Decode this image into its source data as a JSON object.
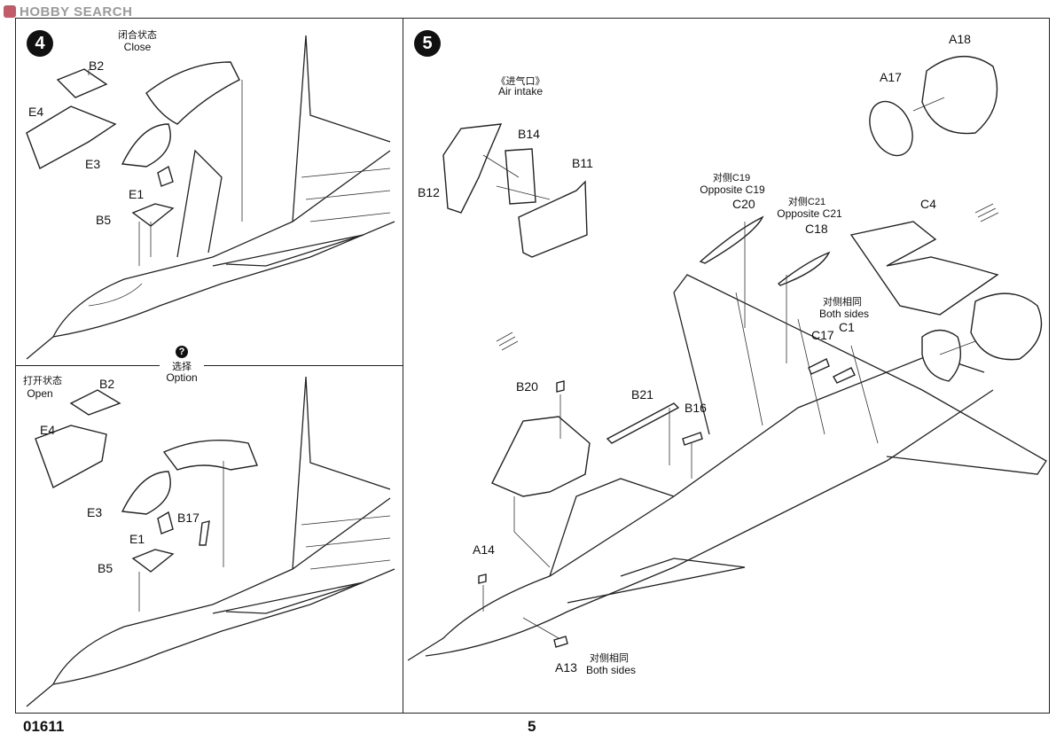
{
  "watermark": {
    "text": "HOBBY SEARCH"
  },
  "step4": {
    "number": "4",
    "close_cn": "闭合状态",
    "close_en": "Close",
    "option_cn": "选择",
    "option_en": "Option",
    "option_icon": "?",
    "open_cn": "打开状态",
    "open_en": "Open",
    "parts_top": [
      "B2",
      "E4",
      "E3",
      "E1",
      "B5"
    ],
    "parts_bottom": [
      "B2",
      "E4",
      "E3",
      "B17",
      "E1",
      "B5"
    ]
  },
  "step5": {
    "number": "5",
    "air_intake_cn": "《进气口》",
    "air_intake_en": "Air intake",
    "parts": {
      "b14": "B14",
      "b11": "B11",
      "b12": "B12",
      "a18": "A18",
      "a17": "A17",
      "c20": "C20",
      "c18": "C18",
      "c4": "C4",
      "c17": "C17",
      "c1": "C1",
      "b20": "B20",
      "b21": "B21",
      "b16": "B16",
      "a14": "A14",
      "a13": "A13"
    },
    "opp_c19_cn": "对侧C19",
    "opp_c19_en": "Opposite C19",
    "opp_c21_cn": "对侧C21",
    "opp_c21_en": "Opposite C21",
    "both_sides_cn": "对侧相同",
    "both_sides_en": "Both sides",
    "both_sides2_cn": "对侧相同",
    "both_sides2_en": "Both sides"
  },
  "footer": {
    "code": "01611",
    "page": "5"
  }
}
